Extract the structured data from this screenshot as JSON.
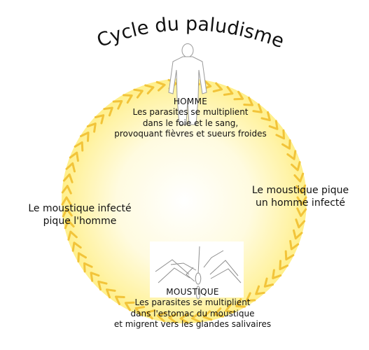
{
  "title": "Cycle du paludisme",
  "homme": {
    "heading": "HOMME",
    "lines": [
      "Les parasites se multiplient",
      "dans le foie et le sang,",
      "provoquant fièvres et sueurs froides"
    ]
  },
  "moustique": {
    "heading": "MOUSTIQUE",
    "lines": [
      "Les parasites se multiplient",
      "dans l'estomac du moustique",
      "et migrent vers les glandes salivaires"
    ]
  },
  "left_arrow_label": {
    "lines": [
      "Le moustique infecté",
      "pique l'homme"
    ]
  },
  "right_arrow_label": {
    "lines": [
      "Le moustique pique",
      "un homme infecté"
    ]
  },
  "colors": {
    "circle_fill": "#fff3a6",
    "circle_glow": "#fffbe0",
    "arrow_chevron": "#f2c43a",
    "text": "#111111",
    "figure_stroke": "#9a9a9a"
  },
  "icons": {
    "human": "human-silhouette-icon",
    "mosquito": "mosquito-icon"
  }
}
